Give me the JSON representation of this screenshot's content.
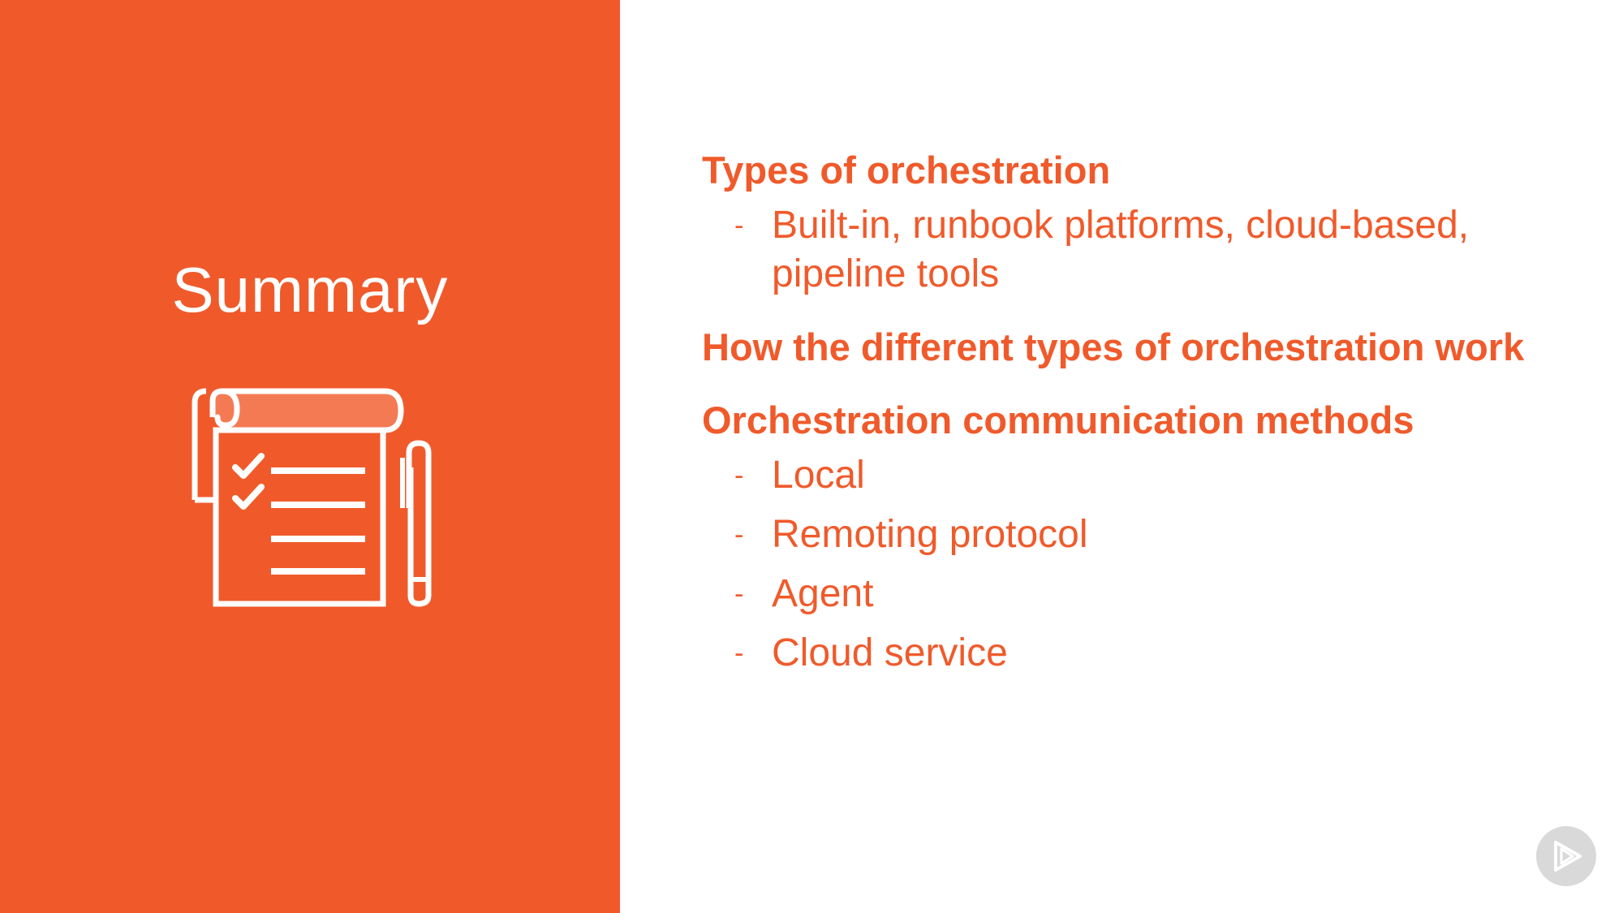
{
  "left_panel": {
    "title": "Summary",
    "icon": "checklist-notepad-with-pen-icon",
    "background_color": "#f05a2b"
  },
  "content": {
    "accent_color": "#f05a2b",
    "sections": [
      {
        "heading": "Types of orchestration",
        "bullets": [
          "Built-in, runbook platforms, cloud-based,  pipeline tools"
        ]
      },
      {
        "heading": "How the different types of orchestration work",
        "bullets": []
      },
      {
        "heading": "Orchestration communication methods",
        "bullets": [
          "Local",
          "Remoting protocol",
          "Agent",
          "Cloud service"
        ]
      }
    ],
    "bullet_marker": "-"
  },
  "brand": {
    "icon": "play-logo-icon"
  }
}
